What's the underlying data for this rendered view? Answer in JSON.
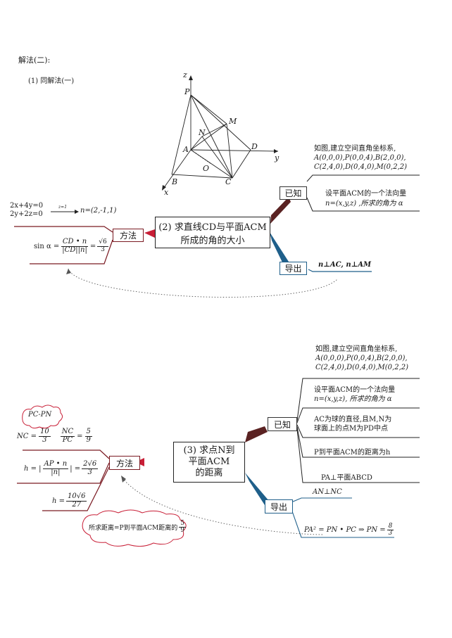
{
  "header": {
    "title": "解法(二):",
    "sub": "(1) 同解法(一)"
  },
  "figure": {
    "points": {
      "P": "P",
      "M": "M",
      "N": "N",
      "A": "A",
      "D": "D",
      "O": "O",
      "B": "B",
      "C": "C",
      "x": "x",
      "y": "y",
      "z": "z"
    }
  },
  "part2": {
    "center": [
      "(2) 求直线CD与平面ACM",
      "所成的角的大小"
    ],
    "known_label": "已知",
    "known_text": [
      "如图,建立空间直角坐标系,",
      "A(0,0,0),P(0,0,4),B(2,0,0),",
      "C(2,4,0),D(0,4,0),M(0,2,2)"
    ],
    "known_text2": [
      "设平面ACM的一个法向量",
      "n=(x,y,z) ,所求的角为 α"
    ],
    "derive_label": "导出",
    "derive_text": "n⊥AC, n⊥AM",
    "method_label": "方法",
    "system_eq": [
      "2x+4y=0",
      "2y+2z=0"
    ],
    "arrow_note": "z=1",
    "normal_result": "n=(2,-1,1)",
    "sin_prefix": "sin α =",
    "sin_num": "CD • n",
    "sin_den": "|CD||n|",
    "sin_eq": "=",
    "sin_val_num": "√6",
    "sin_val_den": "3"
  },
  "part3": {
    "center": [
      "(3) 求点N到",
      "平面ACM",
      "的距离"
    ],
    "known_label": "已知",
    "known_items": [
      [
        "如图,建立空间直角坐标系,",
        "A(0,0,0),P(0,0,4),B(2,0,0),",
        "C(2,4,0),D(0,4,0),M(0,2,2)"
      ],
      [
        "设平面ACM的一个法向量",
        "n=(x,y,z), 所求的角为 α"
      ],
      [
        "AC为球的直径,且M,N为",
        "球面上的点M为PD中点"
      ],
      [
        "P到平面ACM的距离为h"
      ],
      [
        "PA⊥平面ABCD"
      ]
    ],
    "derive_label": "导出",
    "derive_items": [
      "AN⊥NC",
      "PA² = PN • PC ⇒ PN ="
    ],
    "pn_num": "8",
    "pn_den": "3",
    "method_label": "方法",
    "cloud1": "PC-PN",
    "nc_prefix": "NC =",
    "nc_num": "10",
    "nc_den": "3",
    "ratio_num": "NC",
    "ratio_den": "PC",
    "ratio_eq": "=",
    "ratio_val_num": "5",
    "ratio_val_den": "9",
    "h_prefix": "h = |",
    "h_num": "AP • n",
    "h_den": "|n|",
    "h_suffix": "| =",
    "h_val_num": "2√6",
    "h_val_den": "3",
    "h2_prefix": "h =",
    "h2_num": "10√6",
    "h2_den": "27",
    "cloud2": "所求距离=P到平面ACM距离的",
    "cloud2_num": "5",
    "cloud2_den": "9"
  }
}
